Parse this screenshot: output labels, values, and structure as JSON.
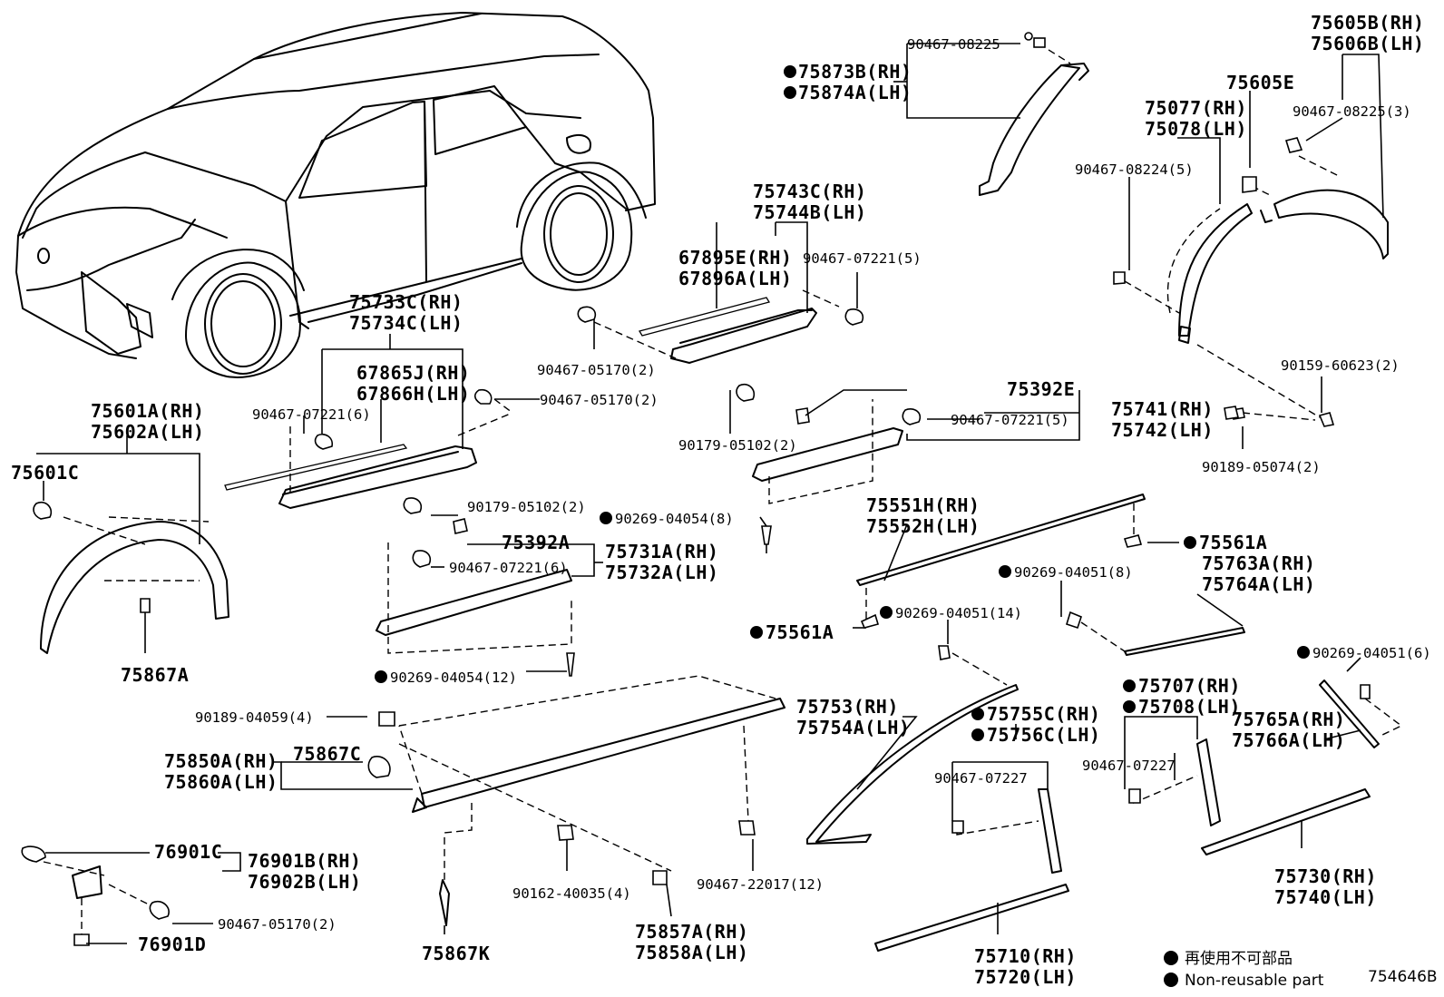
{
  "diagram_id": "754646B",
  "legend": {
    "japanese": "再使用不可部品",
    "english": "Non-reusable part"
  },
  "callouts": [
    {
      "id": "c1",
      "text": "90467-08225",
      "mark": false
    },
    {
      "id": "c2",
      "text": "75873B(RH)",
      "mark": true
    },
    {
      "id": "c3",
      "text": "75874A(LH)",
      "mark": true
    },
    {
      "id": "c4",
      "text": "75605B(RH)",
      "mark": false
    },
    {
      "id": "c5",
      "text": "75606B(LH)",
      "mark": false
    },
    {
      "id": "c6",
      "text": "75605E",
      "mark": false
    },
    {
      "id": "c7",
      "text": "75077(RH)",
      "mark": false
    },
    {
      "id": "c8",
      "text": "75078(LH)",
      "mark": false
    },
    {
      "id": "c9",
      "text": "90467-08225(3)",
      "mark": false
    },
    {
      "id": "c10",
      "text": "90467-08224(5)",
      "mark": false
    },
    {
      "id": "c11",
      "text": "75743C(RH)",
      "mark": false
    },
    {
      "id": "c12",
      "text": "75744B(LH)",
      "mark": false
    },
    {
      "id": "c13",
      "text": "67895E(RH)",
      "mark": false
    },
    {
      "id": "c14",
      "text": "67896A(LH)",
      "mark": false
    },
    {
      "id": "c15",
      "text": "90467-07221(5)",
      "mark": false
    },
    {
      "id": "c16",
      "text": "90159-60623(2)",
      "mark": false
    },
    {
      "id": "c17",
      "text": "75733C(RH)",
      "mark": false
    },
    {
      "id": "c18",
      "text": "75734C(LH)",
      "mark": false
    },
    {
      "id": "c19",
      "text": "67865J(RH)",
      "mark": false
    },
    {
      "id": "c20",
      "text": "67866H(LH)",
      "mark": false
    },
    {
      "id": "c21",
      "text": "90467-05170(2)",
      "mark": false
    },
    {
      "id": "c22",
      "text": "90467-05170(2)",
      "mark": false
    },
    {
      "id": "c23",
      "text": "90467-07221(6)",
      "mark": false
    },
    {
      "id": "c24",
      "text": "75392E",
      "mark": false
    },
    {
      "id": "c25",
      "text": "75741(RH)",
      "mark": false
    },
    {
      "id": "c26",
      "text": "75742(LH)",
      "mark": false
    },
    {
      "id": "c27",
      "text": "90467-07221(5)",
      "mark": false
    },
    {
      "id": "c28",
      "text": "90179-05102(2)",
      "mark": false
    },
    {
      "id": "c29",
      "text": "90189-05074(2)",
      "mark": false
    },
    {
      "id": "c30",
      "text": "75601A(RH)",
      "mark": false
    },
    {
      "id": "c31",
      "text": "75602A(LH)",
      "mark": false
    },
    {
      "id": "c32",
      "text": "75601C",
      "mark": false
    },
    {
      "id": "c33",
      "text": "90179-05102(2)",
      "mark": false
    },
    {
      "id": "c34",
      "text": "90269-04054(8)",
      "mark": true
    },
    {
      "id": "c35",
      "text": "75551H(RH)",
      "mark": false
    },
    {
      "id": "c36",
      "text": "75552H(LH)",
      "mark": false
    },
    {
      "id": "c37",
      "text": "75561A",
      "mark": true
    },
    {
      "id": "c38",
      "text": "75392A",
      "mark": false
    },
    {
      "id": "c39",
      "text": "75731A(RH)",
      "mark": false
    },
    {
      "id": "c40",
      "text": "75732A(LH)",
      "mark": false
    },
    {
      "id": "c41",
      "text": "90467-07221(6)",
      "mark": false
    },
    {
      "id": "c42",
      "text": "90269-04051(8)",
      "mark": true
    },
    {
      "id": "c43",
      "text": "75763A(RH)",
      "mark": false
    },
    {
      "id": "c44",
      "text": "75764A(LH)",
      "mark": false
    },
    {
      "id": "c45",
      "text": "90269-04051(14)",
      "mark": true
    },
    {
      "id": "c46",
      "text": "75561A",
      "mark": true
    },
    {
      "id": "c47",
      "text": "75867A",
      "mark": false
    },
    {
      "id": "c48",
      "text": "90269-04054(12)",
      "mark": true
    },
    {
      "id": "c49",
      "text": "90269-04051(6)",
      "mark": true
    },
    {
      "id": "c50",
      "text": "75707(RH)",
      "mark": true
    },
    {
      "id": "c51",
      "text": "75708(LH)",
      "mark": true
    },
    {
      "id": "c52",
      "text": "90189-04059(4)",
      "mark": false
    },
    {
      "id": "c53",
      "text": "75753(RH)",
      "mark": false
    },
    {
      "id": "c54",
      "text": "75754A(LH)",
      "mark": false
    },
    {
      "id": "c55",
      "text": "75755C(RH)",
      "mark": true
    },
    {
      "id": "c56",
      "text": "75756C(LH)",
      "mark": true
    },
    {
      "id": "c57",
      "text": "75765A(RH)",
      "mark": false
    },
    {
      "id": "c58",
      "text": "75766A(LH)",
      "mark": false
    },
    {
      "id": "c59",
      "text": "75850A(RH)",
      "mark": false
    },
    {
      "id": "c60",
      "text": "75860A(LH)",
      "mark": false
    },
    {
      "id": "c61",
      "text": "75867C",
      "mark": false
    },
    {
      "id": "c62",
      "text": "90467-07227",
      "mark": false
    },
    {
      "id": "c63",
      "text": "90467-07227",
      "mark": false
    },
    {
      "id": "c64",
      "text": "76901C",
      "mark": false
    },
    {
      "id": "c65",
      "text": "76901B(RH)",
      "mark": false
    },
    {
      "id": "c66",
      "text": "76902B(LH)",
      "mark": false
    },
    {
      "id": "c67",
      "text": "90162-40035(4)",
      "mark": false
    },
    {
      "id": "c68",
      "text": "90467-22017(12)",
      "mark": false
    },
    {
      "id": "c69",
      "text": "75730(RH)",
      "mark": false
    },
    {
      "id": "c70",
      "text": "75740(LH)",
      "mark": false
    },
    {
      "id": "c71",
      "text": "90467-05170(2)",
      "mark": false
    },
    {
      "id": "c72",
      "text": "76901D",
      "mark": false
    },
    {
      "id": "c73",
      "text": "75867K",
      "mark": false
    },
    {
      "id": "c74",
      "text": "75857A(RH)",
      "mark": false
    },
    {
      "id": "c75",
      "text": "75858A(LH)",
      "mark": false
    },
    {
      "id": "c76",
      "text": "75710(RH)",
      "mark": false
    },
    {
      "id": "c77",
      "text": "75720(LH)",
      "mark": false
    }
  ]
}
